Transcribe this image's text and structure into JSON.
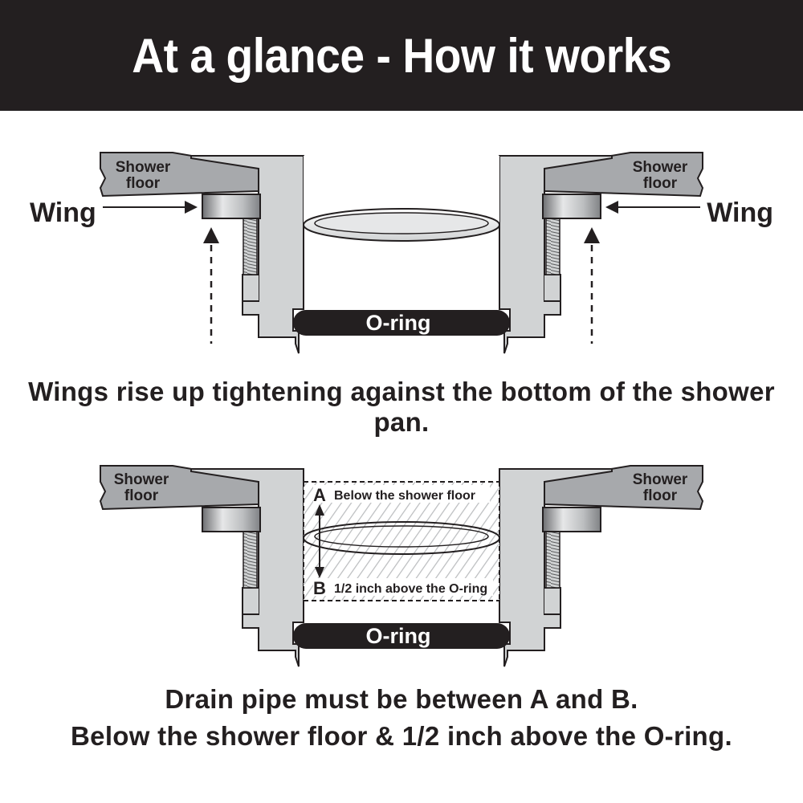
{
  "header": {
    "title": "At a glance - How it works"
  },
  "diagram1": {
    "shower_floor_left": [
      "Shower",
      "floor"
    ],
    "shower_floor_right": [
      "Shower",
      "floor"
    ],
    "wing_left": "Wing",
    "wing_right": "Wing",
    "oring": "O-ring",
    "caption": "Wings rise up tightening against the bottom of the shower pan."
  },
  "diagram2": {
    "shower_floor_left": [
      "Shower",
      "floor"
    ],
    "shower_floor_right": [
      "Shower",
      "floor"
    ],
    "marker_a": "A",
    "marker_a_text": "Below the shower floor",
    "marker_b": "B",
    "marker_b_text": "1/2 inch above the O-ring",
    "oring": "O-ring",
    "caption_line1": "Drain pipe must be between A and B.",
    "caption_line2": "Below the shower floor & 1/2 inch above the O-ring."
  },
  "colors": {
    "header_bg": "#231f20",
    "body_gray": "#d2d3d5",
    "floor_gray": "#a7a9ac",
    "ink": "#231f20",
    "oring": "#231f20"
  }
}
